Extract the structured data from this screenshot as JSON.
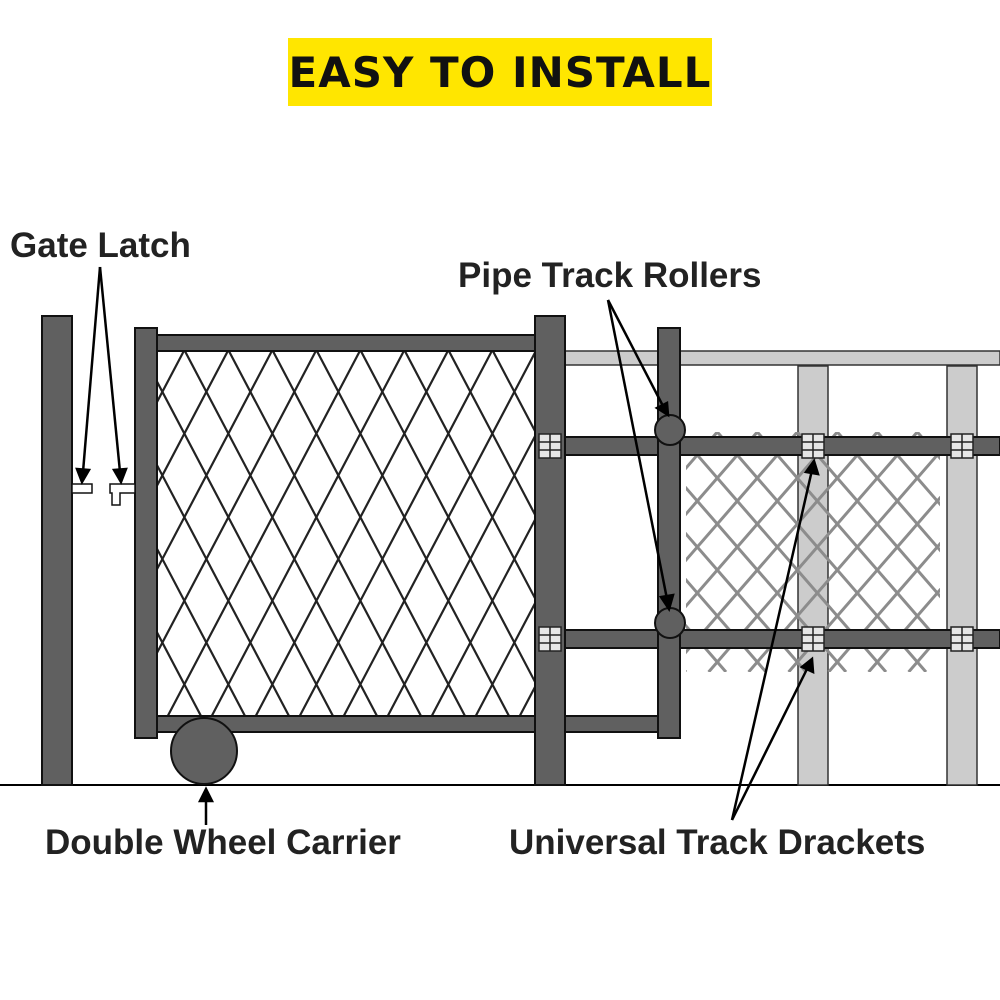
{
  "banner": {
    "text": "EASY TO INSTALL"
  },
  "labels": {
    "gate_latch": "Gate Latch",
    "pipe_track_rollers": "Pipe Track Rollers",
    "double_wheel_carrier": "Double Wheel Carrier",
    "universal_track_brackets": "Universal Track Drackets"
  },
  "colors": {
    "banner_bg": "#ffe600",
    "post_dark": "#606060",
    "post_light": "#cccccc",
    "mesh_dark": "#222222",
    "mesh_light": "#8c8c8c",
    "outline": "#111111",
    "ground": "#000000"
  }
}
